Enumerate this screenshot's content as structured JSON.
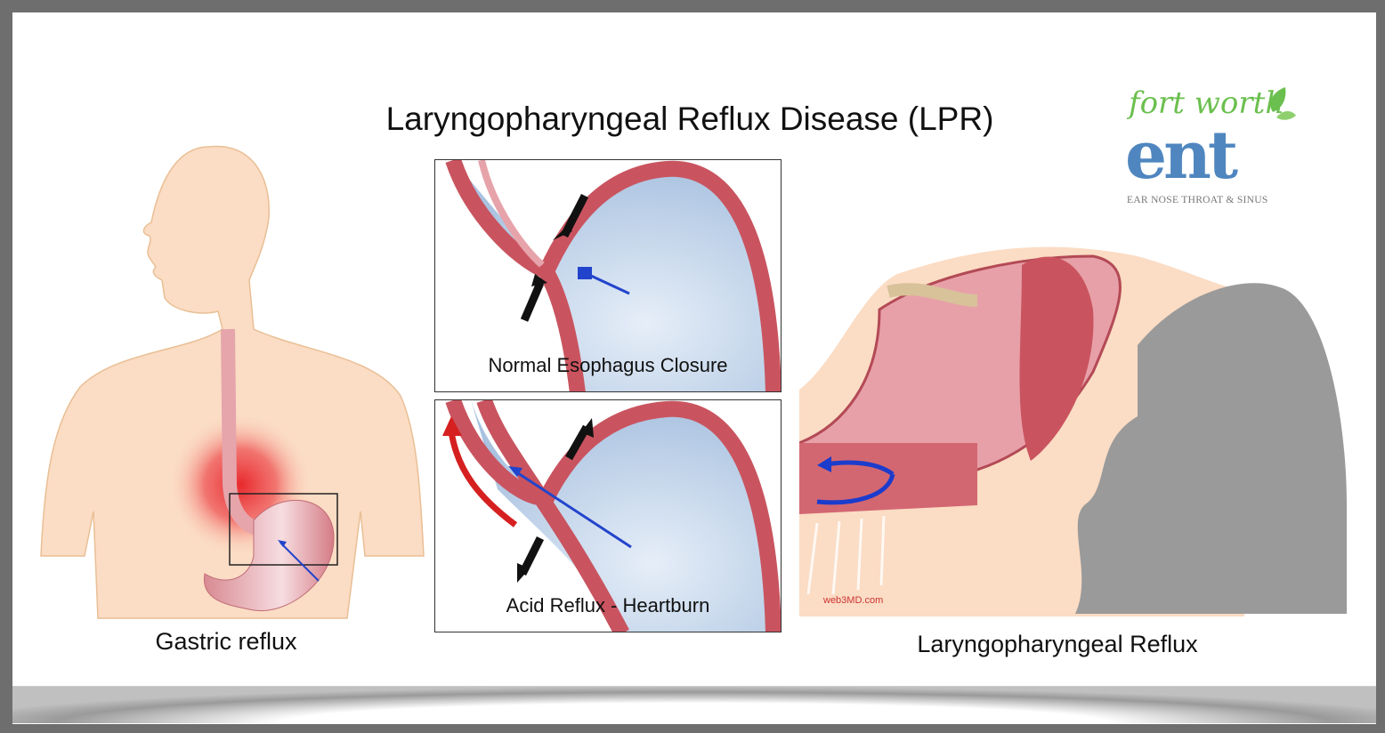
{
  "title": "Laryngopharyngeal Reflux Disease (LPR)",
  "logo": {
    "line1": "fort worth",
    "line2": "ent",
    "tagline": "EAR NOSE THROAT & SINUS"
  },
  "left_figure": {
    "label": "Gastric reflux"
  },
  "panels": [
    {
      "label": "Normal Esophagus Closure"
    },
    {
      "label": "Acid Reflux - Heartburn"
    }
  ],
  "right_figure": {
    "label": "Laryngopharyngeal Reflux",
    "watermark": "web3MD.com"
  },
  "colors": {
    "frame": "#6e6e6e",
    "skin": "#fbdcc4",
    "tissue": "#c9545f",
    "stomach_fill": "#bcd3ea",
    "reflux_arrow": "#d62020",
    "logo_green": "#6bbf4e",
    "logo_blue": "#4f86bf"
  }
}
